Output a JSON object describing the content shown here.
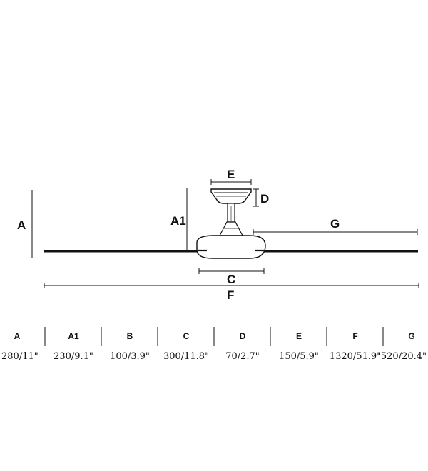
{
  "diagram": {
    "labels": {
      "A": "A",
      "A1": "A1",
      "C": "C",
      "D": "D",
      "E": "E",
      "F": "F",
      "G": "G"
    }
  },
  "table": {
    "columns": [
      {
        "header": "A",
        "value": "280/11\""
      },
      {
        "header": "A1",
        "value": "230/9.1\""
      },
      {
        "header": "B",
        "value": "100/3.9\""
      },
      {
        "header": "C",
        "value": "300/11.8\""
      },
      {
        "header": "D",
        "value": "70/2.7\""
      },
      {
        "header": "E",
        "value": "150/5.9\""
      },
      {
        "header": "F",
        "value": "1320/51.9\""
      },
      {
        "header": "G",
        "value": "520/20.4\""
      }
    ]
  }
}
